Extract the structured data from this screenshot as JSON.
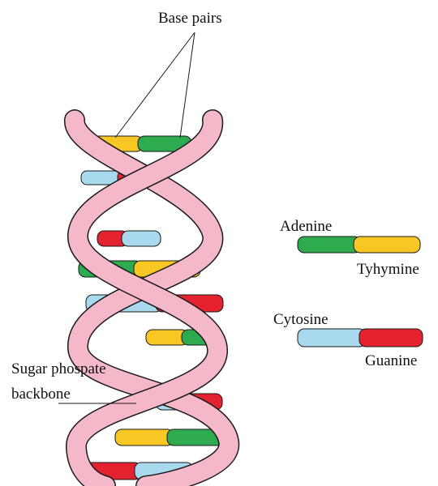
{
  "labels": {
    "base_pairs": "Base pairs",
    "backbone_line1": "Sugar phospate",
    "backbone_line2": "backbone"
  },
  "legend": [
    {
      "left": "Adenine",
      "right": "Tyhymine"
    },
    {
      "left": "Cytosine",
      "right": "Guanine"
    }
  ],
  "colors": {
    "adenine": "#2eab4f",
    "thymine": "#f9c723",
    "cytosine": "#a9d9ee",
    "guanine": "#e4222f",
    "backbone": "#f5b8c8",
    "outline": "#1a1a1a"
  }
}
